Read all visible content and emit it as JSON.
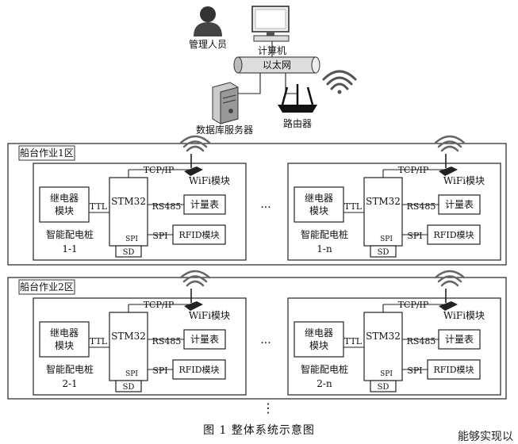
{
  "top": {
    "admin_label": "管理人员",
    "computer_label": "计算机",
    "ethernet_label": "以太网",
    "db_label": "数据库服务器",
    "router_label": "路由器"
  },
  "zones": [
    {
      "title": "船台作业1区",
      "piles": [
        {
          "relay": [
            "继电器",
            "模块"
          ],
          "mcu": "STM32",
          "ttl": "TTL",
          "rs485": "RS485",
          "meter": "计量表",
          "spi": "SPI",
          "rfid": "RFID模块",
          "spi_v": "SPI",
          "sd": "SD",
          "tcpip": "TCP/IP",
          "wifi": "WiFi模块",
          "name": "智能配电桩",
          "id": "1-1"
        },
        {
          "relay": [
            "继电器",
            "模块"
          ],
          "mcu": "STM32",
          "ttl": "TTL",
          "rs485": "RS485",
          "meter": "计量表",
          "spi": "SPI",
          "rfid": "RFID模块",
          "spi_v": "SPI",
          "sd": "SD",
          "tcpip": "TCP/IP",
          "wifi": "WiFi模块",
          "name": "智能配电桩",
          "id": "1-n"
        }
      ],
      "ellipsis": "···"
    },
    {
      "title": "船台作业2区",
      "piles": [
        {
          "relay": [
            "继电器",
            "模块"
          ],
          "mcu": "STM32",
          "ttl": "TTL",
          "rs485": "RS485",
          "meter": "计量表",
          "spi": "SPI",
          "rfid": "RFID模块",
          "spi_v": "SPI",
          "sd": "SD",
          "tcpip": "TCP/IP",
          "wifi": "WiFi模块",
          "name": "智能配电桩",
          "id": "2-1"
        },
        {
          "relay": [
            "继电器",
            "模块"
          ],
          "mcu": "STM32",
          "ttl": "TTL",
          "rs485": "RS485",
          "meter": "计量表",
          "spi": "SPI",
          "rfid": "RFID模块",
          "spi_v": "SPI",
          "sd": "SD",
          "tcpip": "TCP/IP",
          "wifi": "WiFi模块",
          "name": "智能配电桩",
          "id": "2-n"
        }
      ],
      "ellipsis": "···"
    }
  ],
  "bottom_ellipsis": "⋮",
  "caption": "图 1   整体系统示意图",
  "trailing_text": "能够实现以"
}
